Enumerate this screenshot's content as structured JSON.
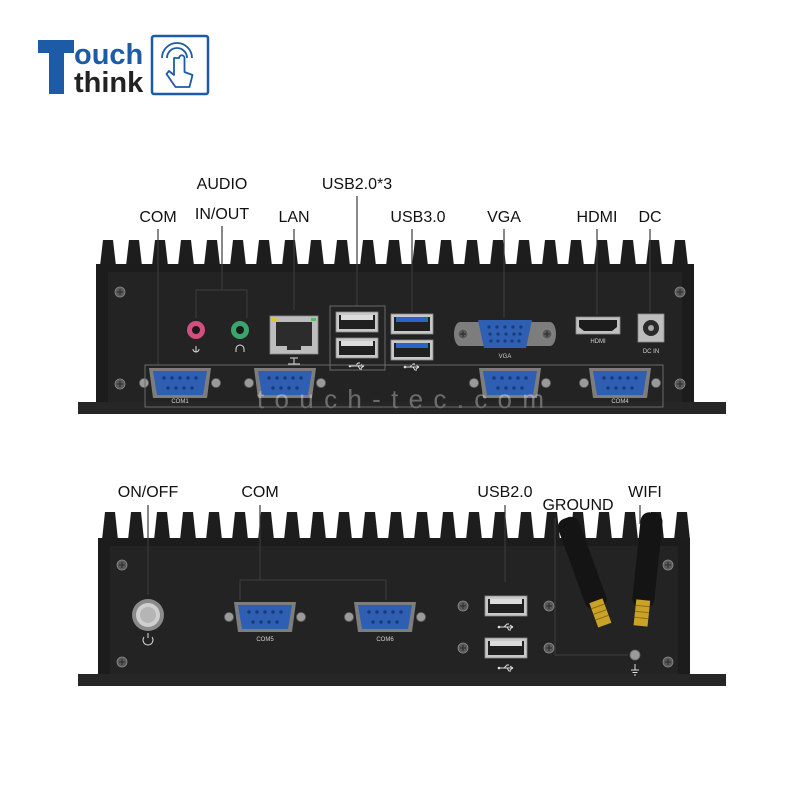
{
  "logo": {
    "initial": "T",
    "line1": "ouch",
    "line2": "think"
  },
  "panel_top": {
    "labels": {
      "com": "COM",
      "audio_line1": "AUDIO",
      "audio_line2": "IN/OUT",
      "lan": "LAN",
      "usb2": "USB2.0*3",
      "usb3": "USB3.0",
      "vga": "VGA",
      "hdmi": "HDMI",
      "dc": "DC"
    },
    "port_labels": {
      "com1": "COM1",
      "com4": "COM4",
      "vga": "VGA",
      "hdmi": "HDMI",
      "dc_in": "DC IN"
    },
    "watermark": "touch-tec.com"
  },
  "panel_bottom": {
    "labels": {
      "on_off": "ON/OFF",
      "com": "COM",
      "usb2": "USB2.0",
      "ground": "GROUND",
      "wifi": "WIFI"
    },
    "port_labels": {
      "com5": "COM5",
      "com6": "COM6"
    }
  },
  "colors": {
    "logo_blue": "#1d5ba6",
    "chassis": "#1c1c1c",
    "serial_port_blue": "#2f5fb3",
    "audio_in_pink": "#d24f7e",
    "audio_out_green": "#3aa56c",
    "usb3_blue": "#2a63c9",
    "antenna_connector_gold": "#c9a227"
  }
}
